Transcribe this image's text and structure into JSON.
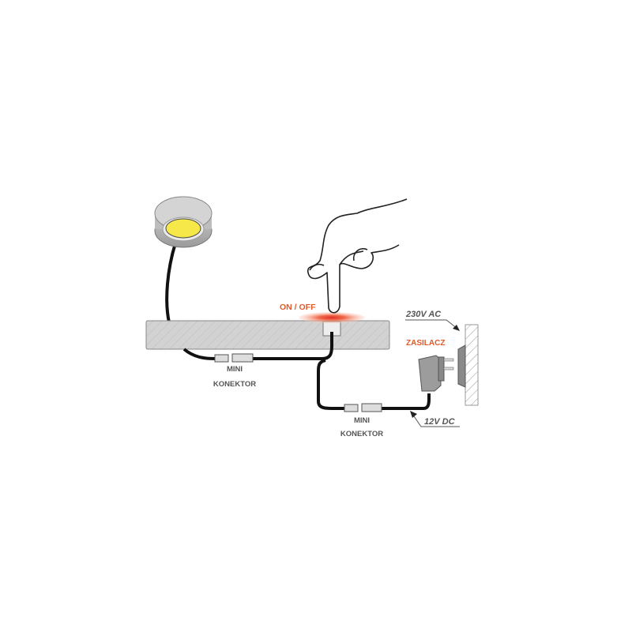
{
  "labels": {
    "switch": "ON / OFF",
    "mains": "230V AC",
    "power_supply": "ZASILACZ",
    "connector1_line1": "MINI",
    "connector1_line2": "KONEKTOR",
    "connector2_line1": "MINI",
    "connector2_line2": "KONEKTOR",
    "low_voltage": "12V DC"
  },
  "colors": {
    "accent": "#e0592a",
    "label_gray": "#555555",
    "lamp_light": "#f7e84a",
    "board": "#d2d2d2",
    "cable": "#111111"
  }
}
